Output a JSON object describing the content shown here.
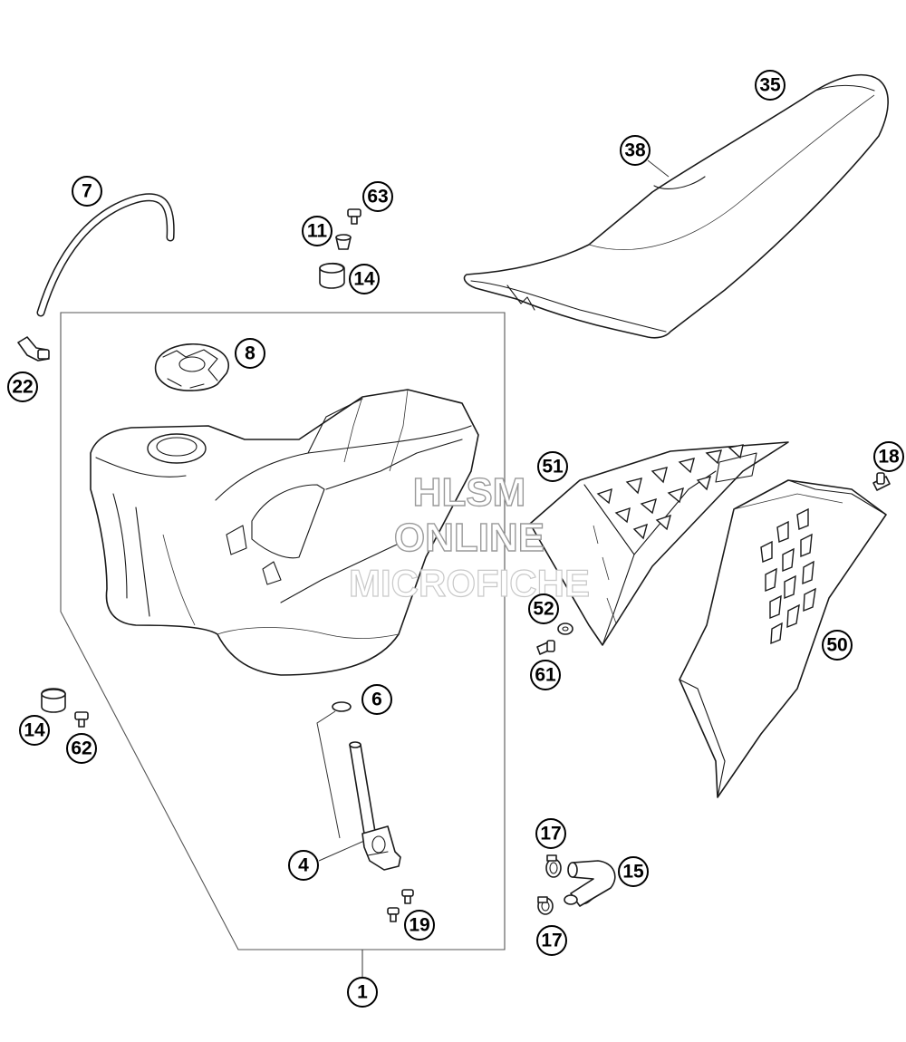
{
  "watermark": {
    "line1": "HLSM",
    "line2": "ONLINE",
    "line3": "MICROFICHE"
  },
  "callouts": {
    "c1": "1",
    "c4": "4",
    "c6": "6",
    "c7": "7",
    "c8": "8",
    "c11": "11",
    "c14a": "14",
    "c14b": "14",
    "c15": "15",
    "c17a": "17",
    "c17b": "17",
    "c18": "18",
    "c19": "19",
    "c22": "22",
    "c35": "35",
    "c38": "38",
    "c50": "50",
    "c51": "51",
    "c52": "52",
    "c61": "61",
    "c62": "62",
    "c63": "63"
  }
}
